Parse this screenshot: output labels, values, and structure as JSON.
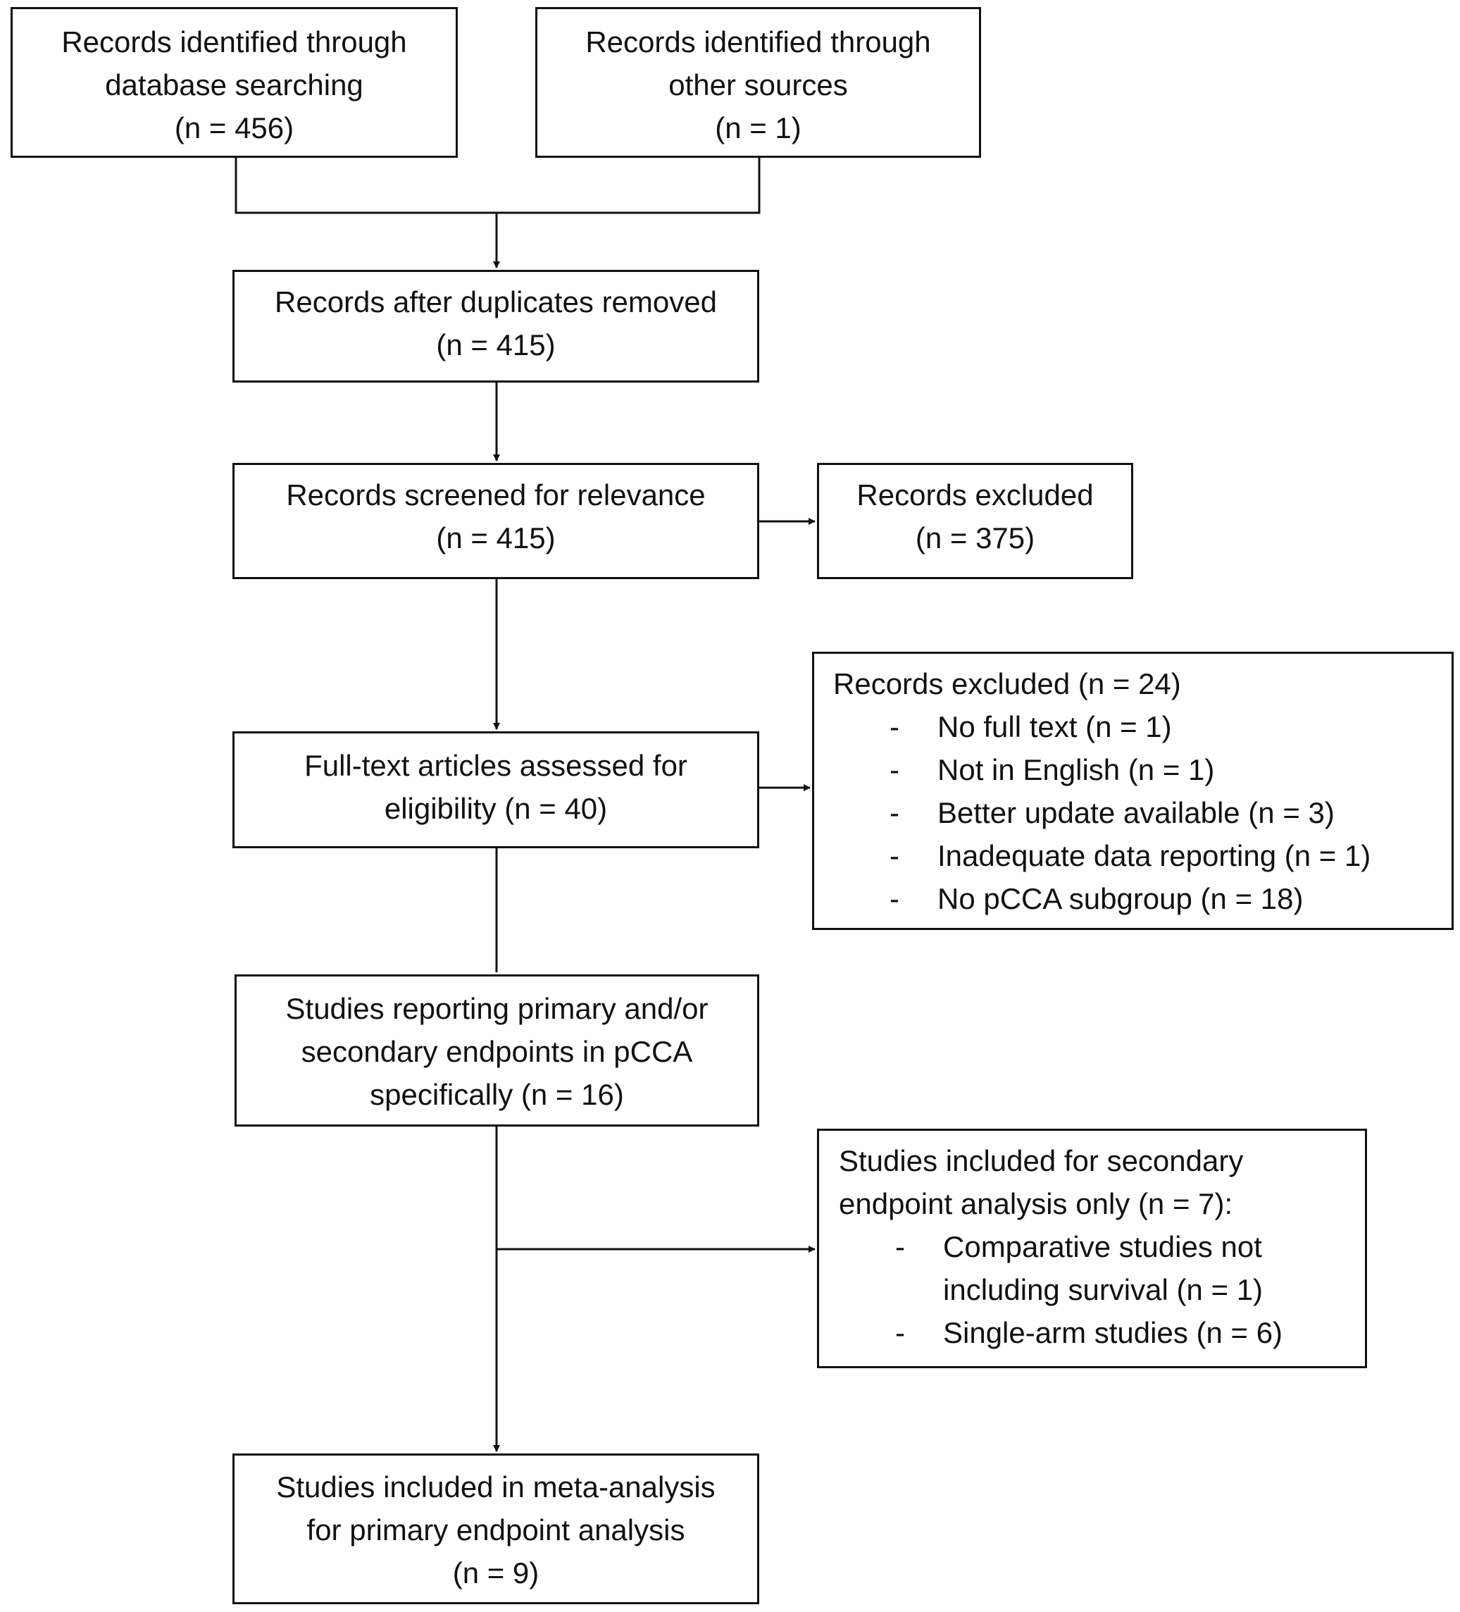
{
  "boxes": {
    "db_search": {
      "lines": [
        "Records identified through",
        "database searching",
        "(n = 456)"
      ]
    },
    "other_sources": {
      "lines": [
        "Records identified through",
        "other sources",
        "(n = 1)"
      ]
    },
    "duplicates_removed": {
      "lines": [
        "Records after duplicates removed",
        "(n = 415)"
      ]
    },
    "screened": {
      "lines": [
        "Records screened for relevance",
        "(n = 415)"
      ]
    },
    "excluded_screening": {
      "lines": [
        "Records excluded",
        "(n = 375)"
      ]
    },
    "fulltext": {
      "lines": [
        "Full-text articles assessed for",
        "eligibility (n = 40)"
      ]
    },
    "excluded_fulltext": {
      "heading": "Records excluded (n = 24)",
      "bullet": "-",
      "items": [
        "No full text (n = 1)",
        "Not in English (n = 1)",
        "Better update available (n = 3)",
        "Inadequate data reporting (n = 1)",
        "No pCCA subgroup (n = 18)"
      ]
    },
    "reporting_pcca": {
      "lines": [
        "Studies reporting primary and/or",
        "secondary endpoints in pCCA",
        "specifically (n = 16)"
      ]
    },
    "secondary_only": {
      "heading_lines": [
        "Studies included for secondary",
        "endpoint analysis only (n = 7):"
      ],
      "bullet": "-",
      "items": [
        [
          "Comparative studies not",
          "including survival (n = 1)"
        ],
        [
          "Single-arm studies (n = 6)"
        ]
      ]
    },
    "meta_analysis": {
      "lines": [
        "Studies included in meta-analysis",
        "for primary endpoint analysis",
        "(n = 9)"
      ]
    }
  },
  "colors": {
    "line": "#111111",
    "background": "#ffffff"
  }
}
